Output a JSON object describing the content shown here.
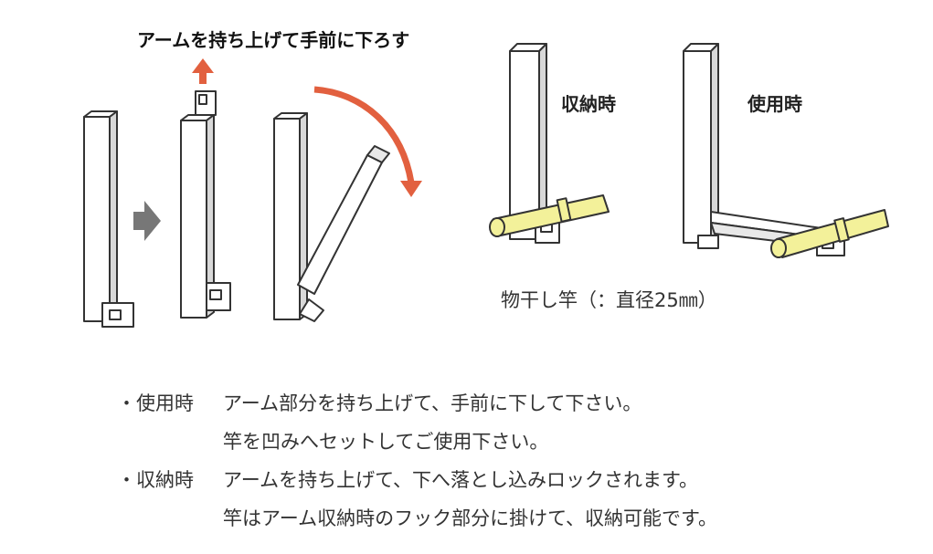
{
  "diagram": {
    "caption_top": "アームを持ち上げて手前に下ろす",
    "label_storage": "収納時",
    "label_use": "使用時",
    "pole_caption": "物干し竿（：直径25㎜）",
    "colors": {
      "arrow_accent": "#e2603f",
      "arrow_step": "#777777",
      "pole": "#f3f19a",
      "pole_outline": "#555555"
    }
  },
  "notes": [
    {
      "head": "・使用時",
      "lines": [
        "アーム部分を持ち上げて、手前に下して下さい。",
        "竿を凹みへセットしてご使用下さい。"
      ]
    },
    {
      "head": "・収納時",
      "lines": [
        "アームを持ち上げて、下へ落とし込みロックされます。",
        "竿はアーム収納時のフック部分に掛けて、収納可能です。"
      ]
    }
  ]
}
